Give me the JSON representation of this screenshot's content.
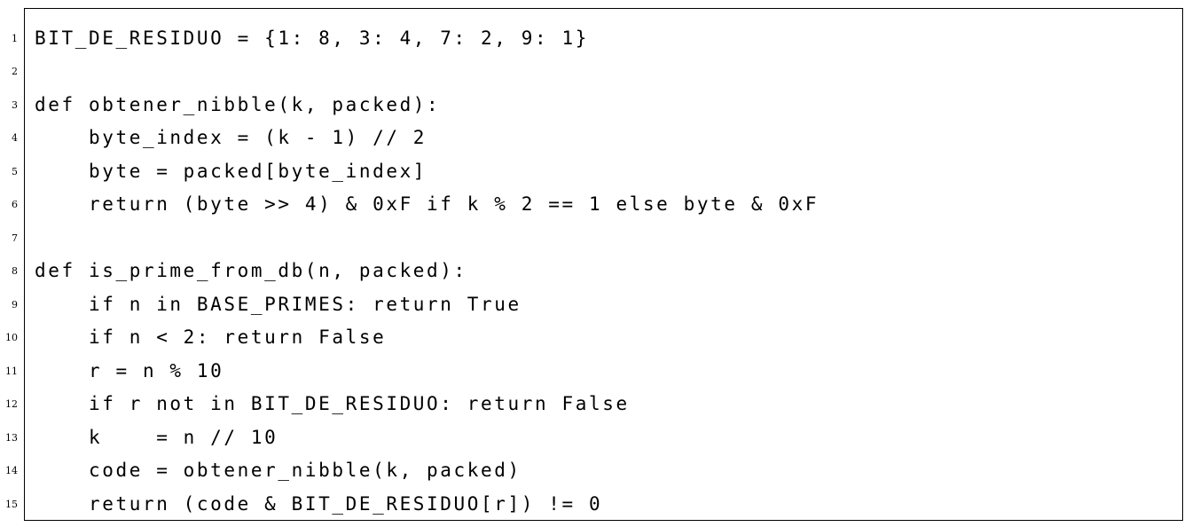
{
  "code_listing": {
    "lines": [
      {
        "number": "1",
        "text": "BIT_DE_RESIDUO = {1: 8, 3: 4, 7: 2, 9: 1}"
      },
      {
        "number": "2",
        "text": ""
      },
      {
        "number": "3",
        "text": "def obtener_nibble(k, packed):"
      },
      {
        "number": "4",
        "text": "    byte_index = (k - 1) // 2"
      },
      {
        "number": "5",
        "text": "    byte = packed[byte_index]"
      },
      {
        "number": "6",
        "text": "    return (byte >> 4) & 0xF if k % 2 == 1 else byte & 0xF"
      },
      {
        "number": "7",
        "text": ""
      },
      {
        "number": "8",
        "text": "def is_prime_from_db(n, packed):"
      },
      {
        "number": "9",
        "text": "    if n in BASE_PRIMES: return True"
      },
      {
        "number": "10",
        "text": "    if n < 2: return False"
      },
      {
        "number": "11",
        "text": "    r = n % 10"
      },
      {
        "number": "12",
        "text": "    if r not in BIT_DE_RESIDUO: return False"
      },
      {
        "number": "13",
        "text": "    k    = n // 10"
      },
      {
        "number": "14",
        "text": "    code = obtener_nibble(k, packed)"
      },
      {
        "number": "15",
        "text": "    return (code & BIT_DE_RESIDUO[r]) != 0"
      }
    ]
  }
}
